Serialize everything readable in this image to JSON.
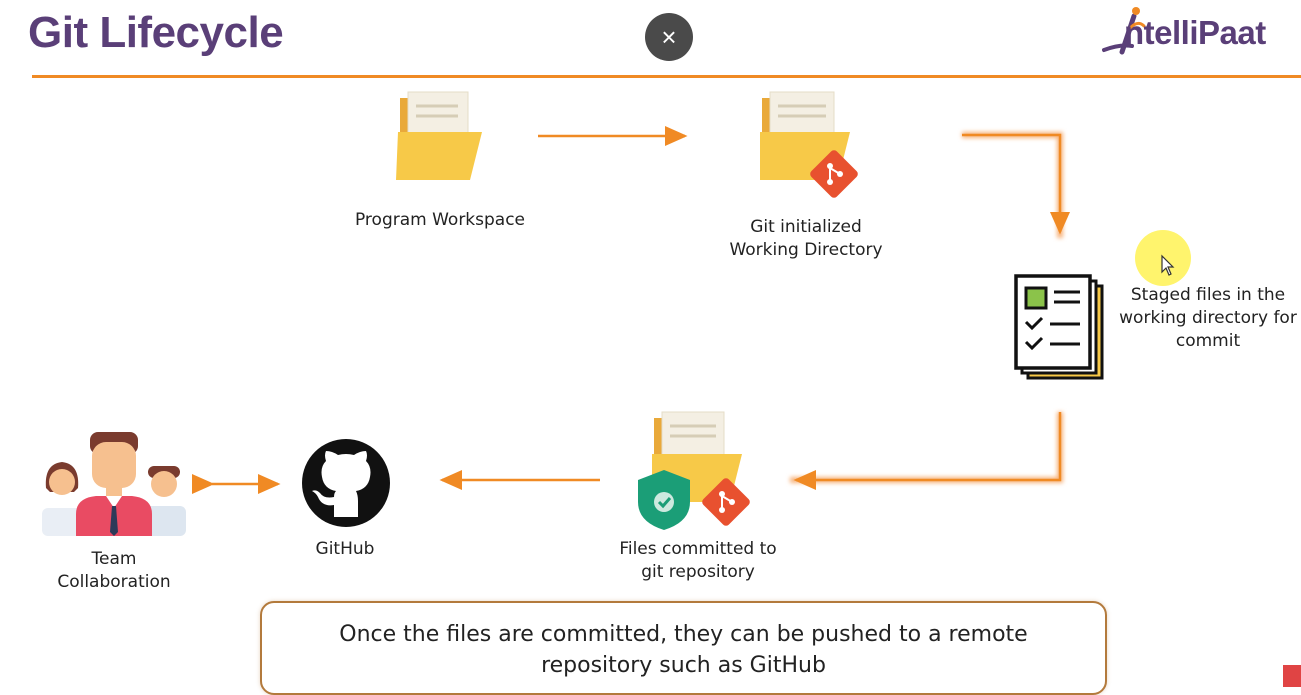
{
  "title": "Git Lifecycle",
  "logo_text": "ntelliPaat",
  "close_icon": "×",
  "nodes": {
    "workspace": "Program Workspace",
    "git_init_line1": "Git initialized",
    "git_init_line2": "Working Directory",
    "staged_line1": "Staged files in the",
    "staged_line2": "working directory for",
    "staged_line3": "commit",
    "committed_line1": "Files committed to",
    "committed_line2": "git repository",
    "github": "GitHub",
    "team_line1": "Team",
    "team_line2": "Collaboration"
  },
  "note": {
    "line1": "Once the files are committed, they can be pushed to a remote",
    "line2": "repository such as GitHub"
  },
  "colors": {
    "accent": "#f08a24",
    "title": "#5a3f78",
    "folder": "#f7c948",
    "git": "#e8512f"
  }
}
